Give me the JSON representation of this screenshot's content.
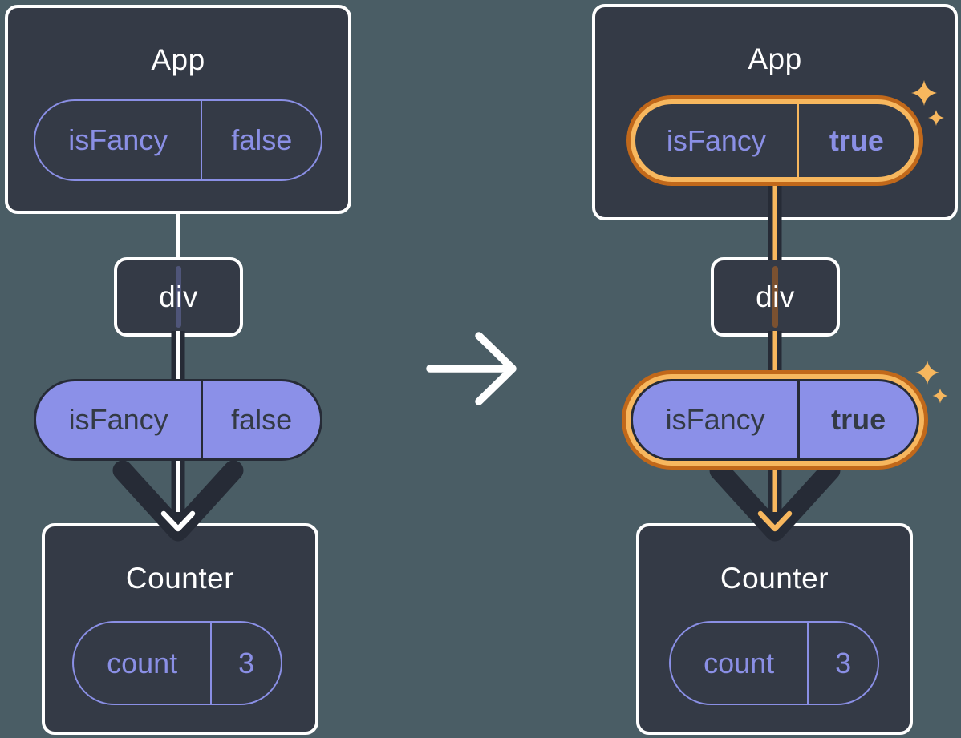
{
  "diagram_type": "react-state-prop-flow-before-after",
  "trees": {
    "left": {
      "app": {
        "name": "App"
      },
      "app_prop": {
        "key": "isFancy",
        "value": "false"
      },
      "div": {
        "name": "div"
      },
      "passed_prop": {
        "key": "isFancy",
        "value": "false"
      },
      "counter": {
        "name": "Counter"
      },
      "counter_state": {
        "key": "count",
        "value": "3"
      }
    },
    "right": {
      "app": {
        "name": "App"
      },
      "app_prop": {
        "key": "isFancy",
        "value": "true"
      },
      "div": {
        "name": "div"
      },
      "passed_prop": {
        "key": "isFancy",
        "value": "true"
      },
      "counter": {
        "name": "Counter"
      },
      "counter_state": {
        "key": "count",
        "value": "3"
      }
    }
  },
  "icons": {
    "transition_arrow": "right-arrow",
    "sparkles": "four-point-sparkle"
  },
  "colors": {
    "background": "#4A5D65",
    "node_fill": "#343A46",
    "node_border": "#FFFFFF",
    "purple": "#8A8FE5",
    "pill_fill": "#8B90E8",
    "dark_text": "#333A45",
    "arrow_dark": "#262B36",
    "highlight_orange_dark": "#C1681A",
    "highlight_orange_light": "#F7B75E"
  }
}
